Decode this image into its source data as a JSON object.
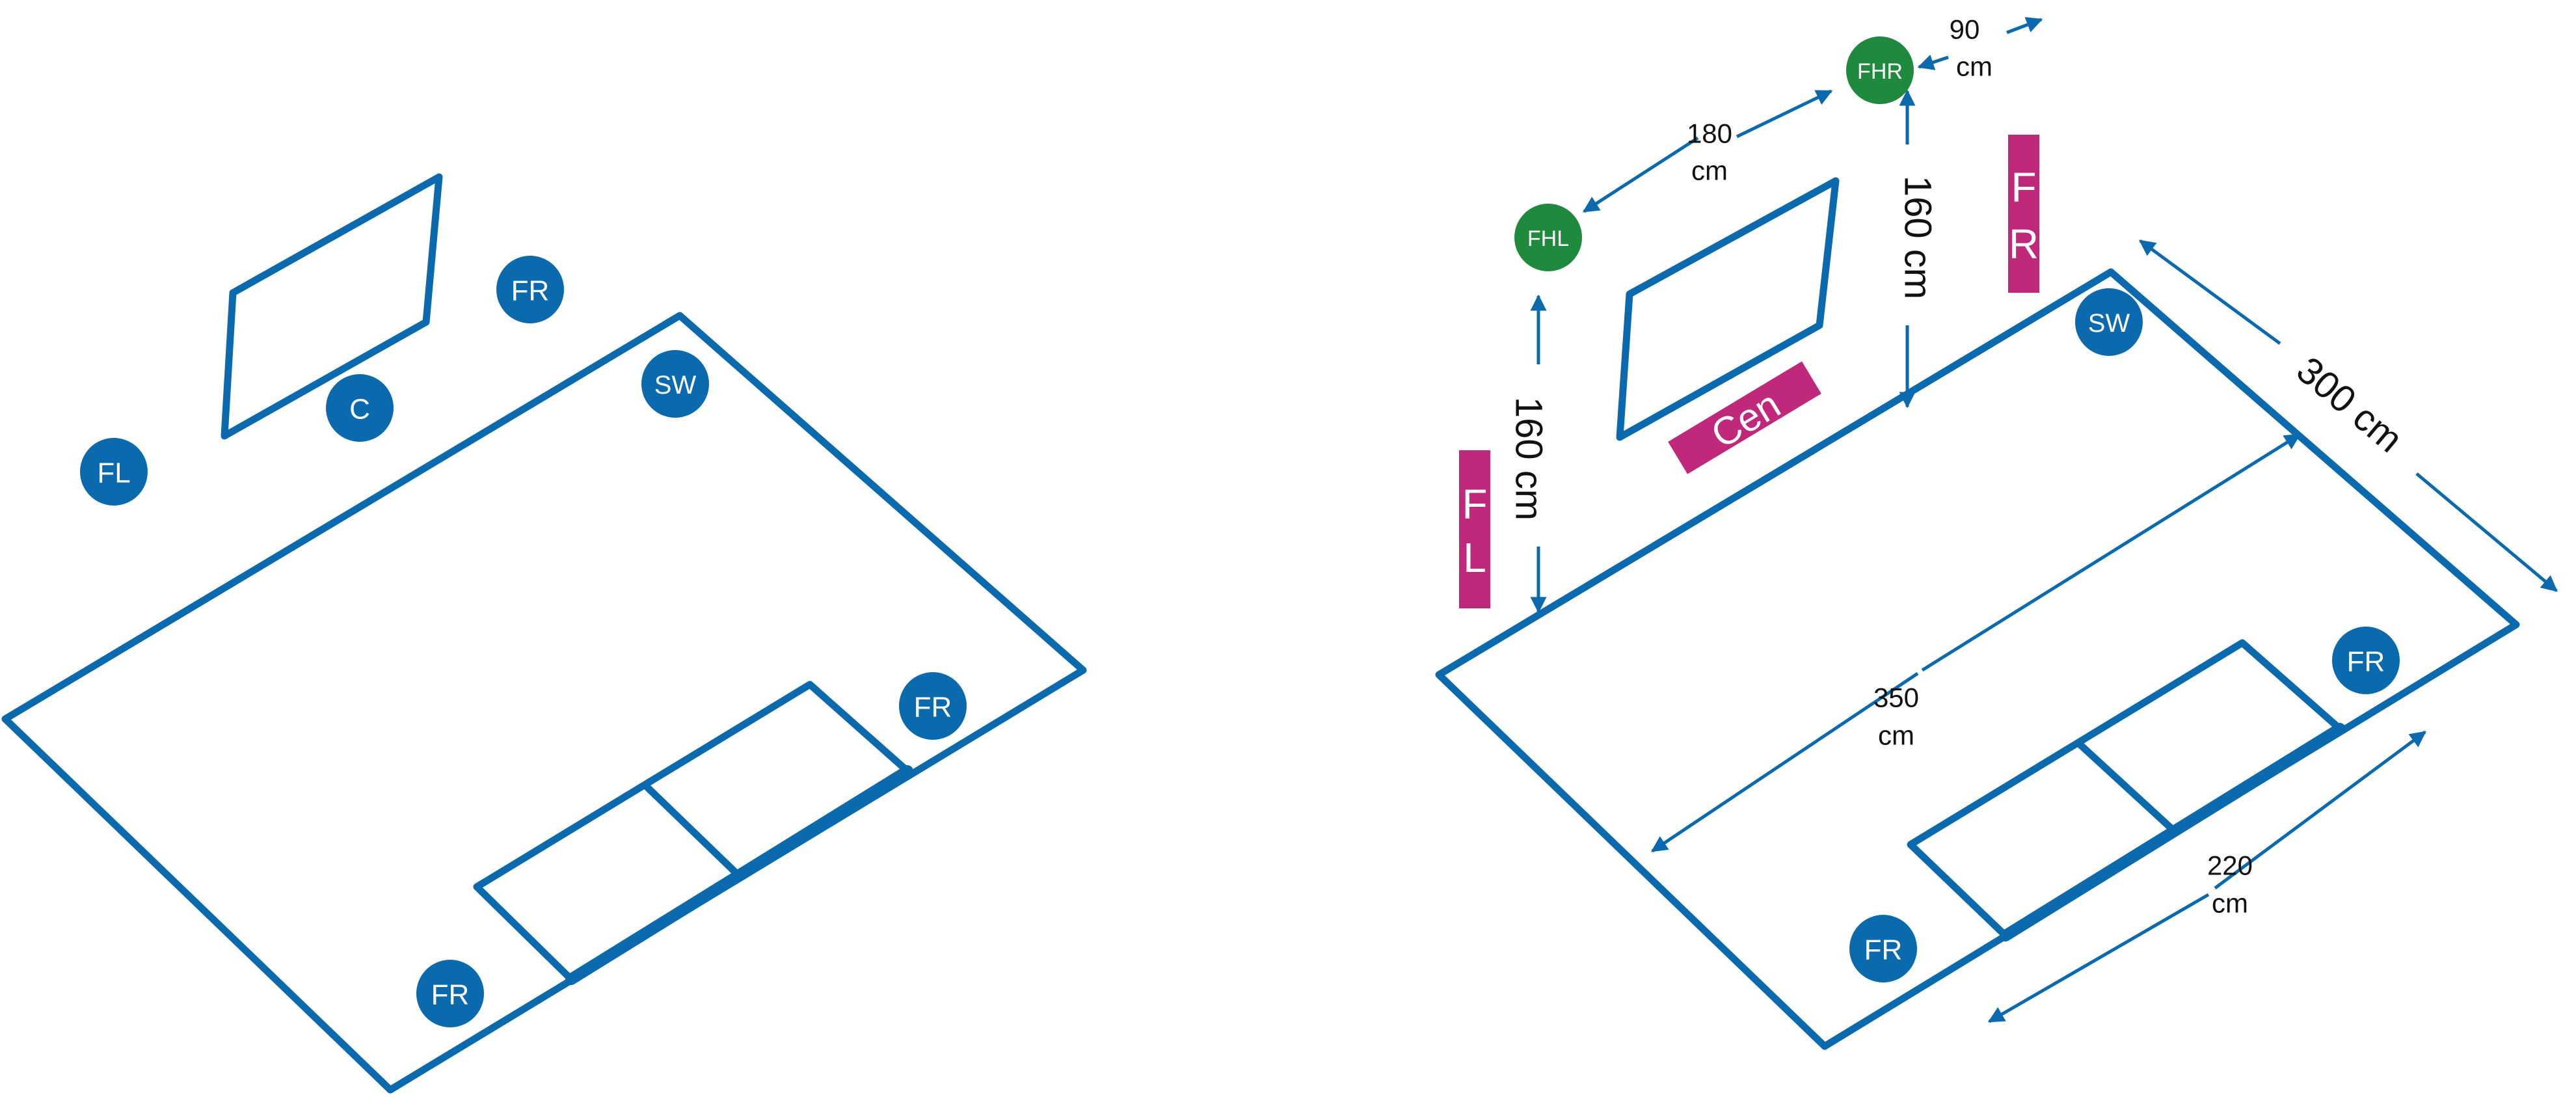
{
  "left_diagram": {
    "speakers": {
      "fl": "FL",
      "c": "C",
      "fr_top": "FR",
      "sw": "SW",
      "fr_mid": "FR",
      "fr_bottom": "FR"
    }
  },
  "right_diagram": {
    "speakers": {
      "fhl": "FHL",
      "fhr": "FHR",
      "sw": "SW",
      "fr_right": "FR",
      "fr_bottom": "FR"
    },
    "tags": {
      "fl": [
        "F",
        "L"
      ],
      "fr": [
        "F",
        "R"
      ],
      "cen": "Cen"
    },
    "dimensions": {
      "fhl_fhr": [
        "180",
        "cm"
      ],
      "fhr_wall": [
        "90",
        "cm"
      ],
      "fhr_height": "160 cm",
      "fhl_height": "160 cm",
      "room_depth": "300 cm",
      "listening_distance": [
        "350",
        "cm"
      ],
      "sofa_width": [
        "220",
        "cm"
      ]
    }
  },
  "colors": {
    "wall_blue": "#0a6aad",
    "height_speaker_green": "#1f8a3e",
    "label_magenta": "#c0287c"
  }
}
